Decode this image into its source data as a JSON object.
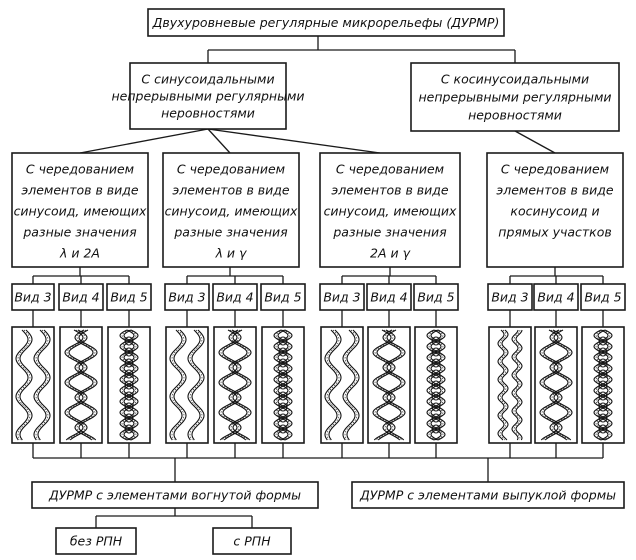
{
  "title": "Двухуровневые регулярные микрорельефы (ДУРМР)",
  "level1": [
    {
      "lines": [
        "С синусоидальными",
        "непрерывными регулярными",
        "неровностями"
      ]
    },
    {
      "lines": [
        "С косинусоидальными",
        "непрерывными регулярными",
        "неровностями"
      ]
    }
  ],
  "level2": [
    {
      "lines": [
        "С чередованием",
        "элементов в виде",
        "синусоид, имеющих",
        "разные значения",
        "λ и 2А"
      ]
    },
    {
      "lines": [
        "С чередованием",
        "элементов в виде",
        "синусоид, имеющих",
        "разные значения",
        "λ и γ"
      ]
    },
    {
      "lines": [
        "С чередованием",
        "элементов в виде",
        "синусоид, имеющих",
        "разные значения",
        "2А и γ"
      ]
    },
    {
      "lines": [
        "С чередованием",
        "элементов в виде",
        "косинусоид и",
        "прямых участков"
      ]
    }
  ],
  "views": [
    "Вид 3",
    "Вид 4",
    "Вид 5"
  ],
  "bottom": [
    {
      "label": "ДУРМР с элементами вогнутой формы"
    },
    {
      "label": "ДУРМР с элементами выпуклой формы"
    }
  ],
  "sub": [
    {
      "label": "без РПН"
    },
    {
      "label": "с РПН"
    }
  ]
}
